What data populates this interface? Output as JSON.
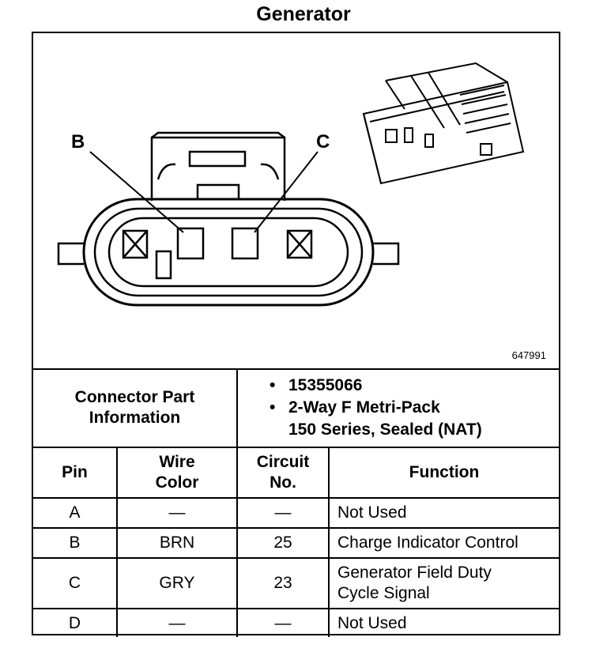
{
  "title": "Generator",
  "figure_id": "647991",
  "callouts": {
    "b": "B",
    "c": "C"
  },
  "connector_info": {
    "label": "Connector Part Information",
    "part_number": "15355066",
    "description_line1": "2-Way F Metri-Pack",
    "description_line2": "150 Series, Sealed (NAT)",
    "bullet": "•"
  },
  "columns": {
    "pin": "Pin",
    "wire_color": "Wire Color",
    "circuit_no": "Circuit No.",
    "function": "Function"
  },
  "rows": [
    {
      "pin": "A",
      "wire_color": "—",
      "circuit_no": "—",
      "function": "Not Used"
    },
    {
      "pin": "B",
      "wire_color": "BRN",
      "circuit_no": "25",
      "function": "Charge Indicator Control"
    },
    {
      "pin": "C",
      "wire_color": "GRY",
      "circuit_no": "23",
      "function": "Generator Field Duty Cycle Signal"
    },
    {
      "pin": "D",
      "wire_color": "—",
      "circuit_no": "—",
      "function": "Not Used"
    }
  ]
}
